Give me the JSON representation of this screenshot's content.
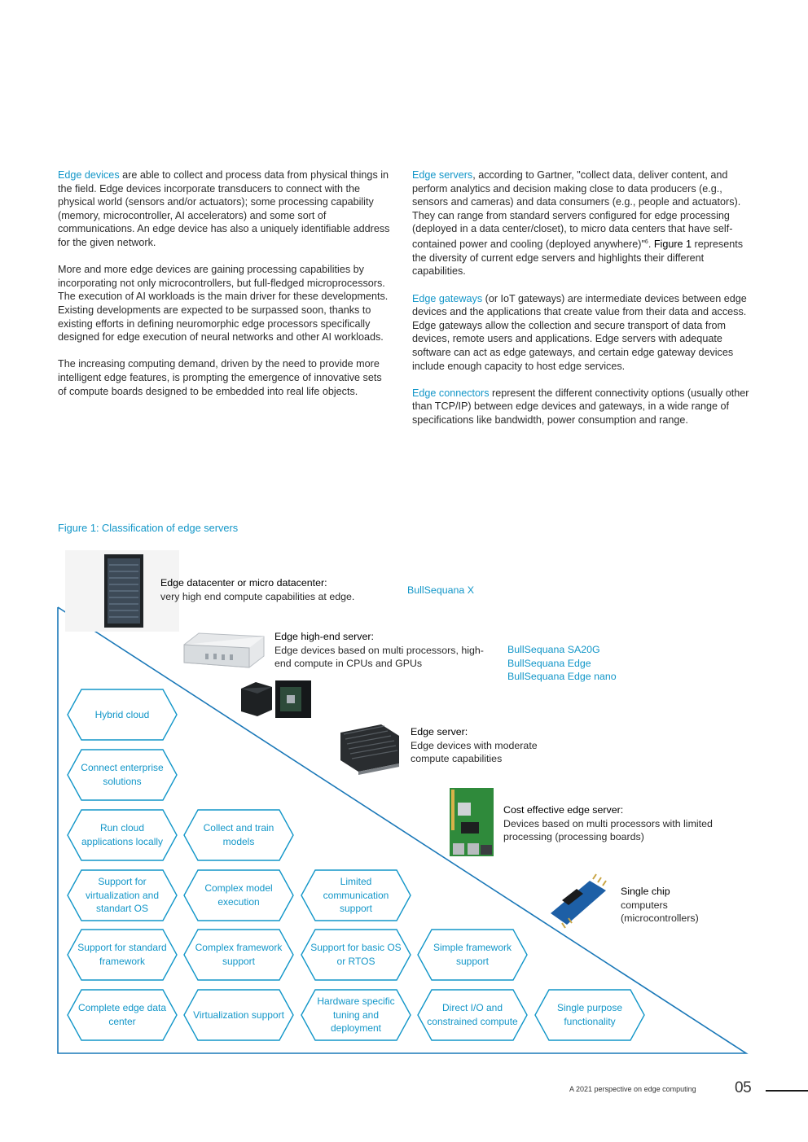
{
  "left_col": {
    "p1_term": "Edge devices",
    "p1_text": " are able to collect and process data from physical things in the field. Edge devices incorporate transducers to connect with the physical world (sensors and/or actuators); some processing capability (memory, microcontroller, AI accelerators) and some sort of communications. An edge device has also a uniquely identifiable address for the given network.",
    "p2": "More and more edge devices are gaining processing capabilities by incorporating not only microcontrollers, but full-fledged microprocessors. The execution of AI workloads is the main driver for these developments. Existing developments are expected to be surpassed soon, thanks to existing efforts in defining neuromorphic edge processors specifically designed for edge execution of neural networks and other AI workloads.",
    "p3": "The increasing computing demand, driven by the need to provide more intelligent edge features, is prompting the emergence of innovative sets of compute boards designed to be embedded into real life objects."
  },
  "right_col": {
    "p1_term": "Edge servers",
    "p1_text": ", according to Gartner, \"collect data, deliver content, and perform analytics and decision making close to data producers (e.g., sensors and cameras) and data consumers (e.g., people and actuators). They can range from standard servers configured for edge processing (deployed in a data center/closet), to micro data centers that have self-contained power and cooling (deployed anywhere)\"",
    "p1_sup": "6",
    "p1_sep": ". ",
    "p1_figref": "Figure 1",
    "p1_tail": " represents the diversity of current edge servers and highlights their different capabilities.",
    "p2_term": "Edge gateways",
    "p2_text": " (or IoT gateways) are intermediate devices between edge devices and the applications that create value from their data and access. Edge gateways allow the collection and secure transport of data from devices, remote users and applications. Edge servers with adequate software can act as edge gateways, and certain edge gateway devices include enough capacity to host edge services.",
    "p3_term": "Edge connectors",
    "p3_text": " represent the different connectivity options (usually other than TCP/IP) between edge devices and gateways, in a wide range of specifications like bandwidth, power consumption and range."
  },
  "figure": {
    "title": "Figure 1: Classification of edge servers",
    "tiers": [
      {
        "heading": "Edge datacenter or micro datacenter:",
        "desc": "very high end compute capabilities at edge.",
        "products": [
          "BullSequana X"
        ]
      },
      {
        "heading": "Edge high-end server:",
        "desc": "Edge devices based on multi processors, high-end compute in CPUs and GPUs",
        "products": [
          "BullSequana SA20G",
          "BullSequana Edge",
          "BullSequana Edge nano"
        ]
      },
      {
        "heading": "Edge server:",
        "desc": "Edge devices with moderate compute capabilities"
      },
      {
        "heading": "Cost effective edge server:",
        "desc": "Devices based on multi processors with limited processing (processing boards)"
      },
      {
        "heading": "Single chip",
        "desc": "computers (microcontrollers)"
      }
    ],
    "hexes": [
      "Hybrid cloud",
      "Connect enterprise solutions",
      "Run cloud applications locally",
      "Collect and train models",
      "Support for virtualization and standart OS",
      "Complex model execution",
      "Limited communication support",
      "Support for standard framework",
      "Complex framework support",
      "Support for basic OS or RTOS",
      "Simple framework support",
      "Complete edge data center",
      "Virtualization support",
      "Hardware specific tuning and deployment",
      "Direct I/O and constrained compute",
      "Single purpose functionality"
    ],
    "colors": {
      "accent": "#1296c8",
      "line": "#1a78b8"
    }
  },
  "footer": {
    "doc_title": "A 2021 perspective on edge computing",
    "page": "05"
  }
}
